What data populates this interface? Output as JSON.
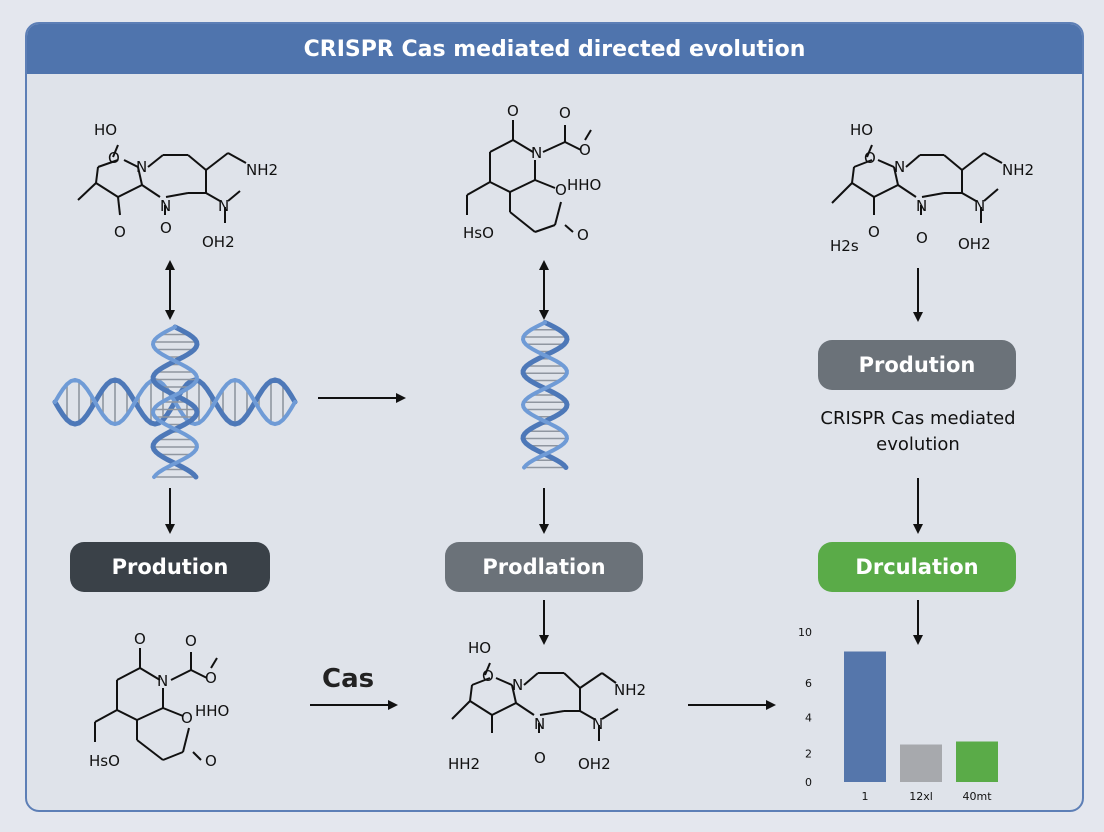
{
  "header": {
    "title": "CRISPR Cas mediated directed evolution"
  },
  "molecules": {
    "tl": {
      "labels": {
        "ho": "HO",
        "nh2": "NH2",
        "o1": "O",
        "o2": "O",
        "oh2": "OH2",
        "n1": "N",
        "n2": "N",
        "n3": "N",
        "ring_o": "O"
      },
      "colors": {
        "bond": "#111111"
      }
    },
    "tc": {
      "labels": {
        "o_top1": "O",
        "o_top2": "O",
        "o_right": "O",
        "hho": "HHO",
        "hso": "HsO",
        "o_bot": "O",
        "n1": "N",
        "ring_o": "O"
      }
    },
    "tr": {
      "labels": {
        "ho": "HO",
        "nh2": "NH2",
        "h2s": "H2s",
        "o_ring": "O",
        "o_bot": "O",
        "oh2": "OH2",
        "n1": "N",
        "n2": "N",
        "n3": "N",
        "ring_o2": "O"
      }
    },
    "bl": {
      "labels": {
        "o_top1": "O",
        "o_top2": "O",
        "o_right": "O",
        "hho": "HHO",
        "hso": "HsO",
        "o_bot": "O",
        "n1": "N",
        "ring_o": "O"
      }
    },
    "bc": {
      "labels": {
        "ho": "HO",
        "nh2": "NH2",
        "hh2": "HH2",
        "o_bot": "O",
        "oh2": "OH2",
        "n1": "N",
        "n2": "N",
        "n3": "N",
        "ring_o": "O"
      }
    }
  },
  "dna": {
    "colors": {
      "strand": "#4d78b8",
      "rung": "#8f96a0"
    }
  },
  "pills": {
    "left": {
      "label": "Prodution",
      "color": "#3a4148"
    },
    "center": {
      "label": "Prodlation",
      "color": "#6b7279"
    },
    "right_top": {
      "label": "Prodution",
      "color": "#6b7279"
    },
    "right_bottom": {
      "label": "Drculation",
      "color": "#5aab48"
    }
  },
  "note": {
    "line1": "CRISPR Cas mediated",
    "line2": "evolution"
  },
  "cas_label": "Cas",
  "chart_data": {
    "type": "bar",
    "categories": [
      "1",
      "12xl",
      "40mt"
    ],
    "values": [
      8.7,
      2.5,
      2.7
    ],
    "colors": [
      "#5576ab",
      "#a7a9ad",
      "#5aab48"
    ],
    "yticks": [
      "10",
      "6",
      "4",
      "2",
      "0"
    ],
    "ylim": [
      0,
      10
    ],
    "grid": false
  }
}
